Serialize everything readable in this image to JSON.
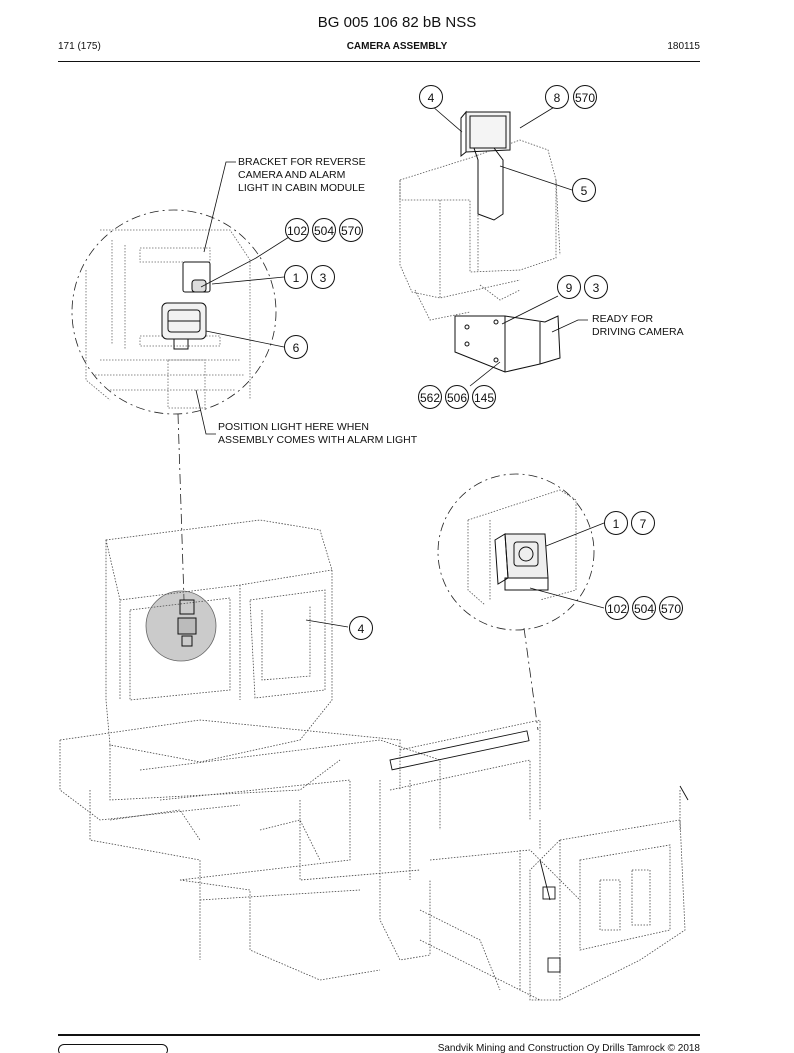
{
  "header": {
    "doc_title": "BG 005 106 82 bB NSS",
    "page_number": "171 (175)",
    "section_title": "CAMERA ASSEMBLY",
    "doc_date": "180115"
  },
  "annotations": {
    "bracket_note": "BRACKET FOR REVERSE\nCAMERA AND ALARM\nLIGHT IN CABIN MODULE",
    "position_note": "POSITION LIGHT HERE WHEN\nASSEMBLY COMES WITH ALARM LIGHT",
    "ready_note": "READY FOR\nDRIVING CAMERA"
  },
  "callouts": {
    "c4_top": "4",
    "c8": "8",
    "c570_top": "570",
    "c5": "5",
    "c102_left": "102",
    "c504_left": "504",
    "c570_left": "570",
    "c1_left": "1",
    "c3_left": "3",
    "c9": "9",
    "c3_right": "3",
    "c6": "6",
    "c562": "562",
    "c506": "506",
    "c145": "145",
    "c1_right": "1",
    "c7": "7",
    "c102_right": "102",
    "c504_right": "504",
    "c570_right": "570",
    "c4_cab": "4"
  },
  "footer": {
    "copyright": "Sandvik Mining and Construction Oy Drills Tamrock © 2018"
  }
}
